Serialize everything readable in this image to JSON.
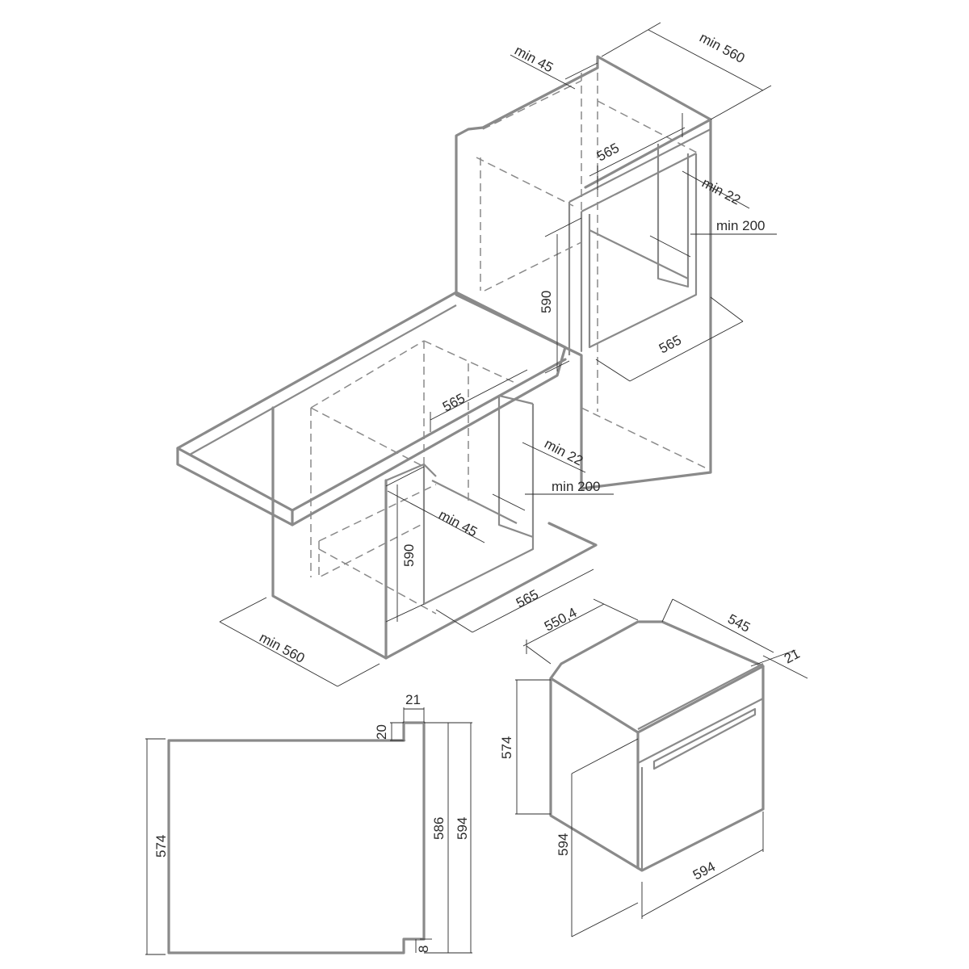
{
  "labels": {
    "upper_min560": "min 560",
    "upper_min45": "min 45",
    "upper_565_depth": "565",
    "upper_min22": "min 22",
    "upper_min200": "min 200",
    "upper_590": "590",
    "upper_565_width": "565",
    "lower_565_depth": "565",
    "lower_min22": "min 22",
    "lower_min200": "min 200",
    "lower_min45": "min 45",
    "lower_590": "590",
    "lower_565_width": "565",
    "lower_min560": "min 560",
    "side_21": "21",
    "side_20": "20",
    "side_574": "574",
    "side_586": "586",
    "side_594": "594",
    "side_8": "8",
    "oven_550_4": "550,4",
    "oven_545": "545",
    "oven_21": "21",
    "oven_574": "574",
    "oven_594_height": "594",
    "oven_594_width": "594"
  }
}
